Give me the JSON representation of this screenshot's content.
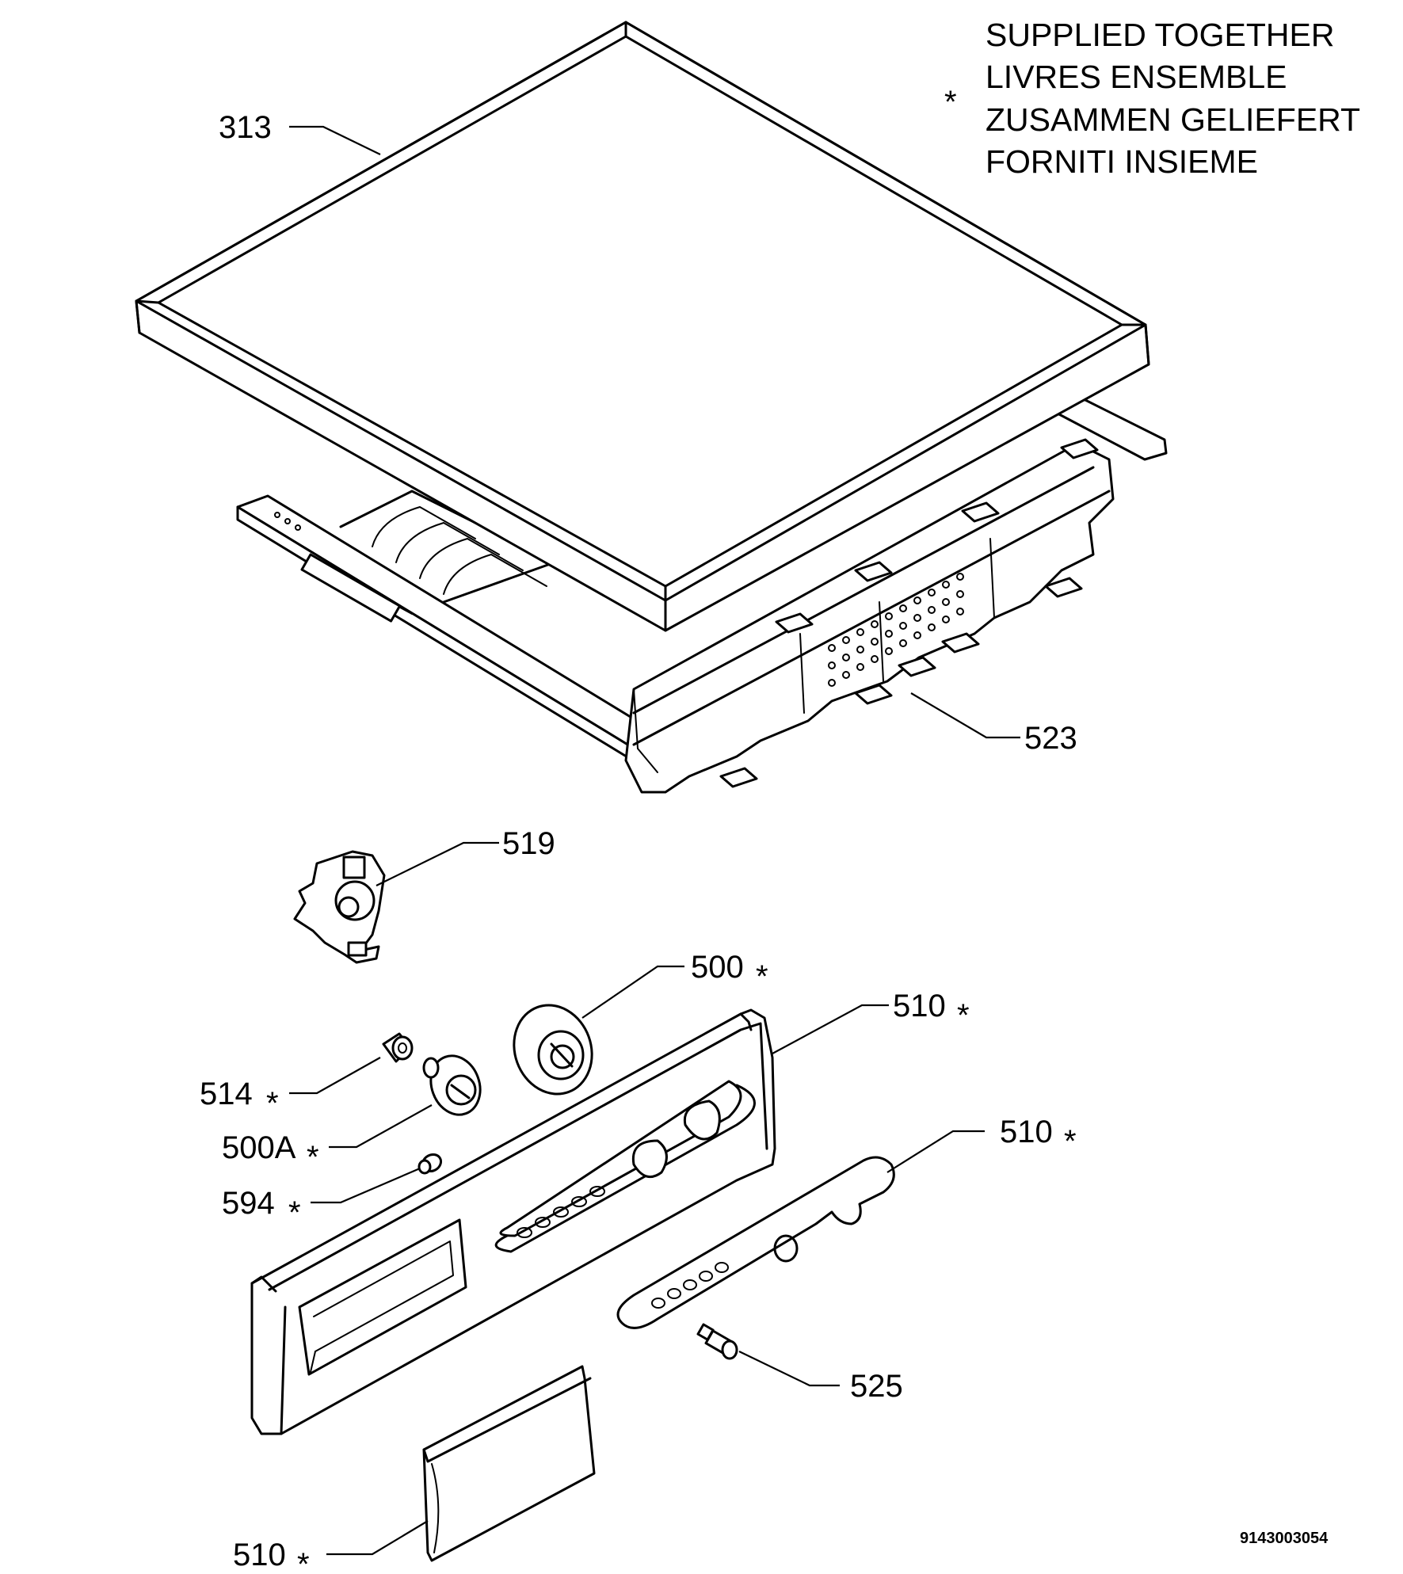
{
  "legend": {
    "symbol": "*",
    "lines": [
      "SUPPLIED TOGETHER",
      "LIVRES ENSEMBLE",
      "ZUSAMMEN GELIEFERT",
      "FORNITI INSIEME"
    ]
  },
  "parts": {
    "p313": "313",
    "p523": "523",
    "p519": "519",
    "p500": "500",
    "p510_panel": "510",
    "p514": "514",
    "p500a": "500A",
    "p510_insert": "510",
    "p594": "594",
    "p525": "525",
    "p510_drawer": "510",
    "star": "*"
  },
  "document_number": "9143003054"
}
